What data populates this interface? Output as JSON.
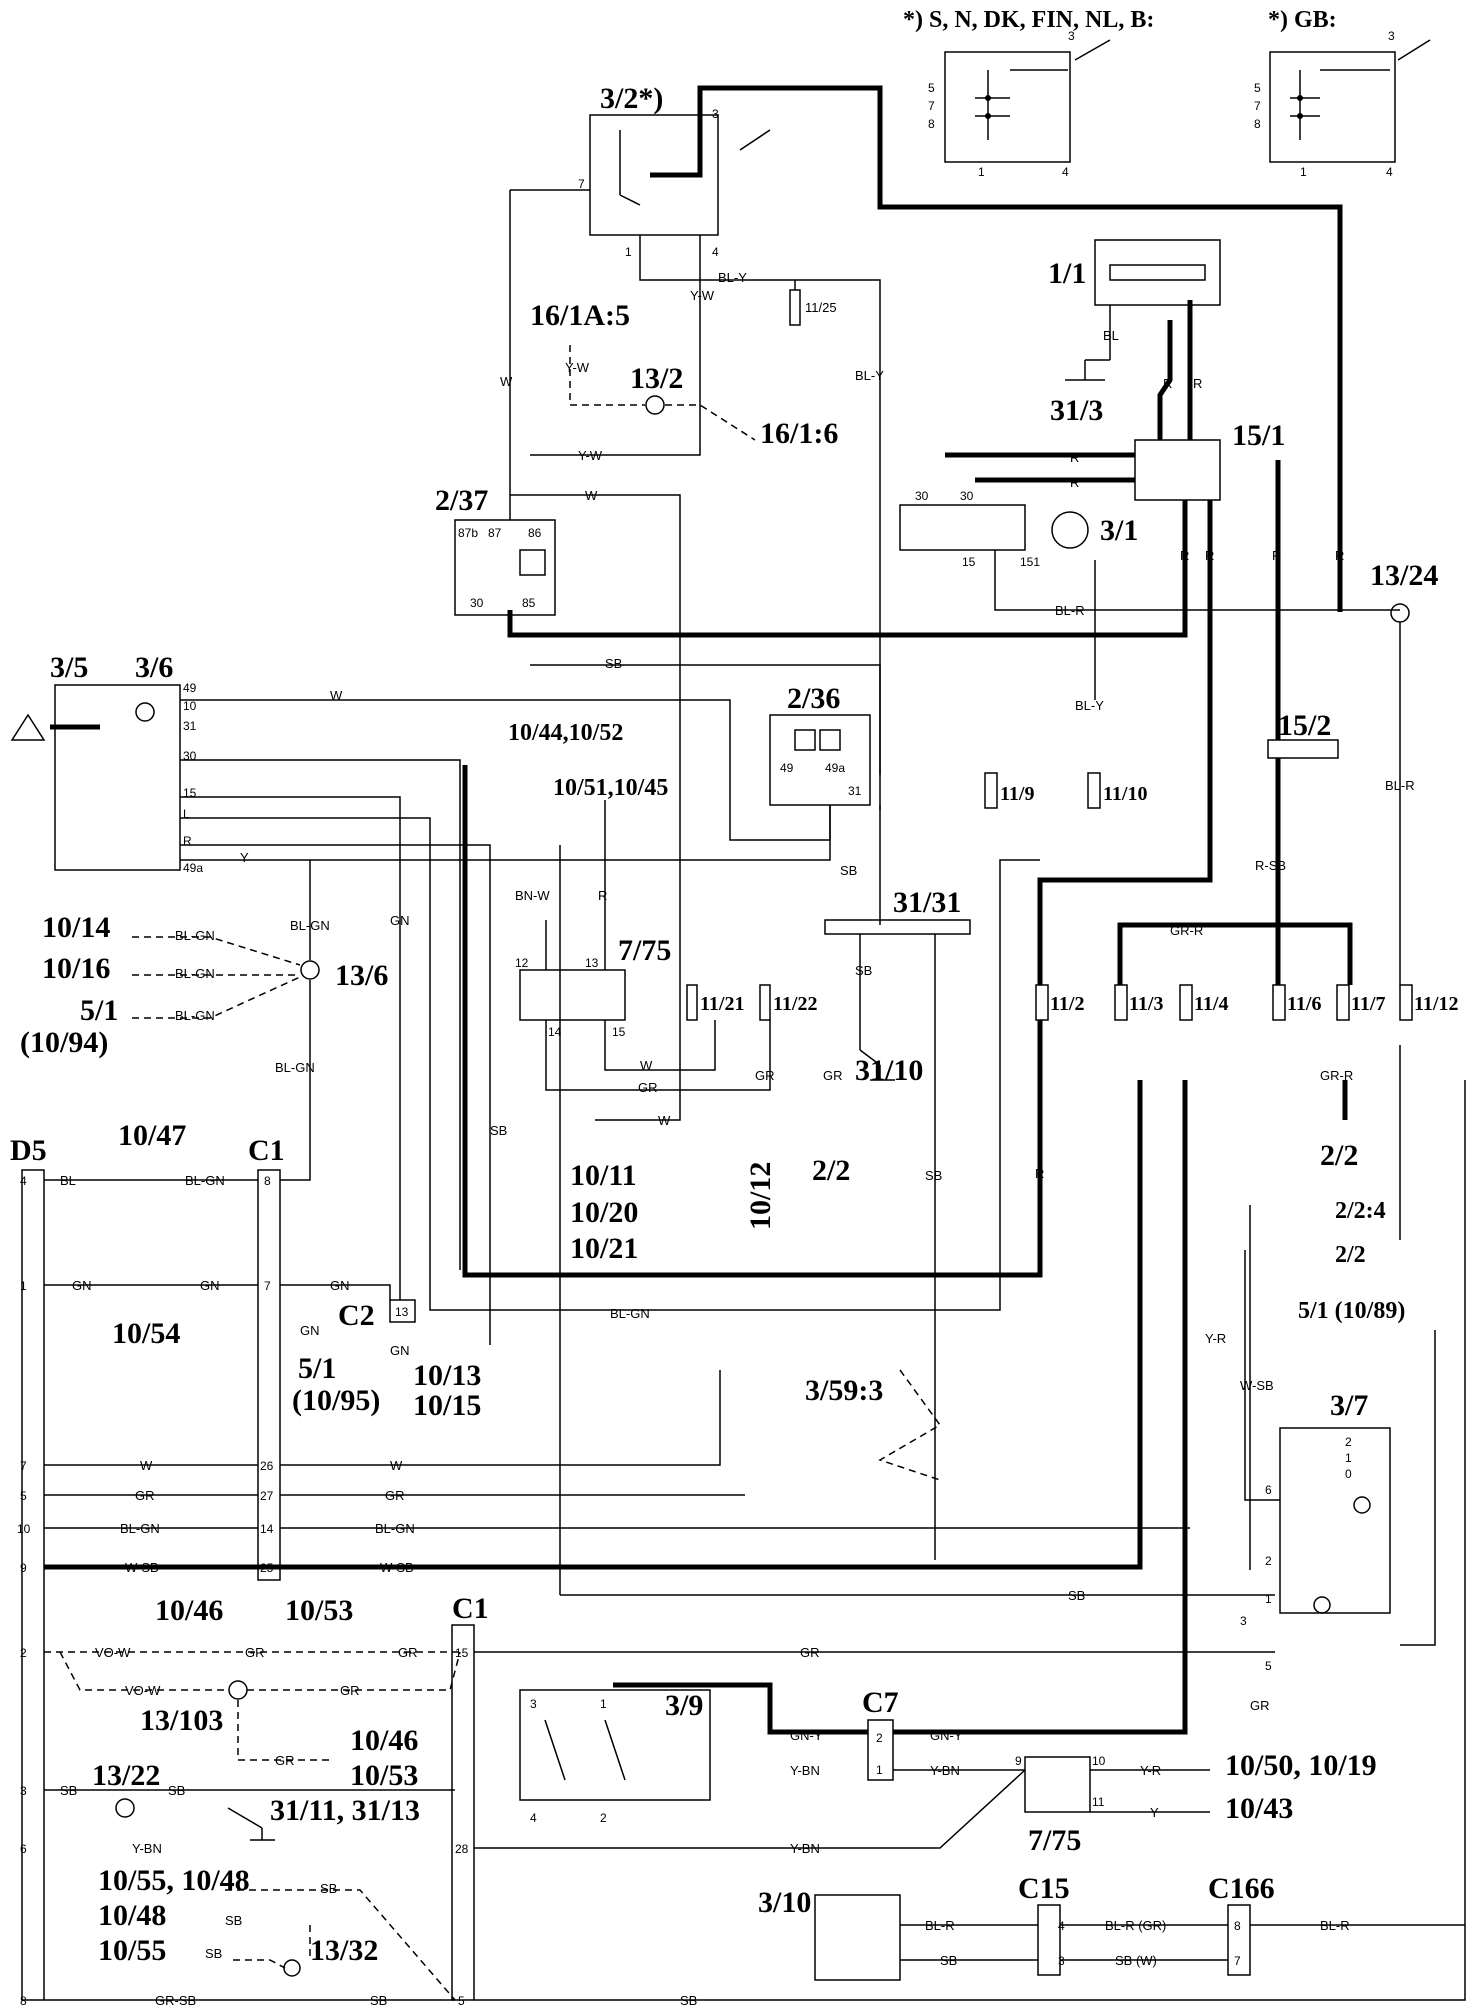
{
  "variants": {
    "nordic": "*) S, N, DK, FIN, NL, B:",
    "gb": "*) GB:"
  },
  "components": {
    "c3_2": "3/2*)",
    "c1_1": "1/1",
    "c31_3": "31/3",
    "c16_1a5": "16/1A:5",
    "c13_2": "13/2",
    "c16_1_6": "16/1:6",
    "c15_1": "15/1",
    "c2_37": "2/37",
    "c3_1": "3/1",
    "c13_24": "13/24",
    "c3_5": "3/5",
    "c3_6": "3/6",
    "c2_36": "2/36",
    "c15_2": "15/2",
    "c11_9": "11/9",
    "c11_10": "11/10",
    "c11_25": "11/25",
    "c31_31": "31/31",
    "c7_75": "7/75",
    "c7_75b": "7/75",
    "c11_21": "11/21",
    "c11_22": "11/22",
    "c31_10": "31/10",
    "c11_2": "11/2",
    "c11_3": "11/3",
    "c11_4": "11/4",
    "c11_6": "11/6",
    "c11_7": "11/7",
    "c11_12": "11/12",
    "c13_6": "13/6",
    "d5": "D5",
    "c1": "C1",
    "c1b": "C1",
    "c2": "C2",
    "c7": "C7",
    "c15": "C15",
    "c166": "C166",
    "c3_7": "3/7",
    "c3_9": "3/9",
    "c3_10": "3/10",
    "c3_59_3": "3/59:3",
    "c13_103": "13/103",
    "c13_22": "13/22",
    "c13_32": "13/32",
    "c10_47": "10/47",
    "c10_54": "10/54",
    "c10_46": "10/46",
    "c10_53": "10/53"
  },
  "references": {
    "r10_44_52": "10/44,10/52",
    "r10_51_45": "10/51,10/45",
    "r10_14": "10/14",
    "r10_16": "10/16",
    "r5_1": "5/1",
    "r10_94": "(10/94)",
    "r10_11": "10/11",
    "r10_20": "10/20",
    "r10_21": "10/21",
    "r10_12": "10/12",
    "r2_2a": "2/2",
    "r2_2b": "2/2",
    "r2_2_4": "2/2:4",
    "r2_2c": "2/2",
    "r5_1_10_89": "5/1 (10/89)",
    "r10_13": "10/13",
    "r10_15": "10/15",
    "r5_1b": "5/1",
    "r10_95": "(10/95)",
    "r10_46": "10/46",
    "r10_53": "10/53",
    "r31_11_13": "31/11, 31/13",
    "r10_50_19": "10/50, 10/19",
    "r10_43": "10/43",
    "r10_55_48": "10/55, 10/48",
    "r10_48": "10/48",
    "r10_55": "10/55"
  },
  "wires": {
    "bl": "BL",
    "r": "R",
    "w": "W",
    "y": "Y",
    "sb": "SB",
    "gn": "GN",
    "gr": "GR",
    "bl_y": "BL-Y",
    "y_w": "Y-W",
    "bl_r": "BL-R",
    "bl_gn": "BL-GN",
    "bn_w": "BN-W",
    "r_sb": "R-SB",
    "gr_r": "GR-R",
    "w_sb": "W-SB",
    "y_r": "Y-R",
    "vo_w": "VO-W",
    "gn_y": "GN-Y",
    "y_bn": "Y-BN",
    "gr_sb": "GR-SB",
    "bl_r_gr": "BL-R (GR)",
    "sb_w": "SB (W)"
  },
  "pins": {
    "p1": "1",
    "p2": "2",
    "p3": "3",
    "p4": "4",
    "p5": "5",
    "p6": "6",
    "p7": "7",
    "p8": "8",
    "p9": "9",
    "p10": "10",
    "p11": "11",
    "p12": "12",
    "p13": "13",
    "p14": "14",
    "p15": "15",
    "p25": "25",
    "p26": "26",
    "p27": "27",
    "p28": "28",
    "p30": "30",
    "p31": "31",
    "p49": "49",
    "p49a": "49a",
    "p85": "85",
    "p86": "86",
    "p87": "87",
    "p87b": "87b",
    "p151": "151",
    "pL": "L",
    "pR": "R",
    "p0": "0"
  }
}
